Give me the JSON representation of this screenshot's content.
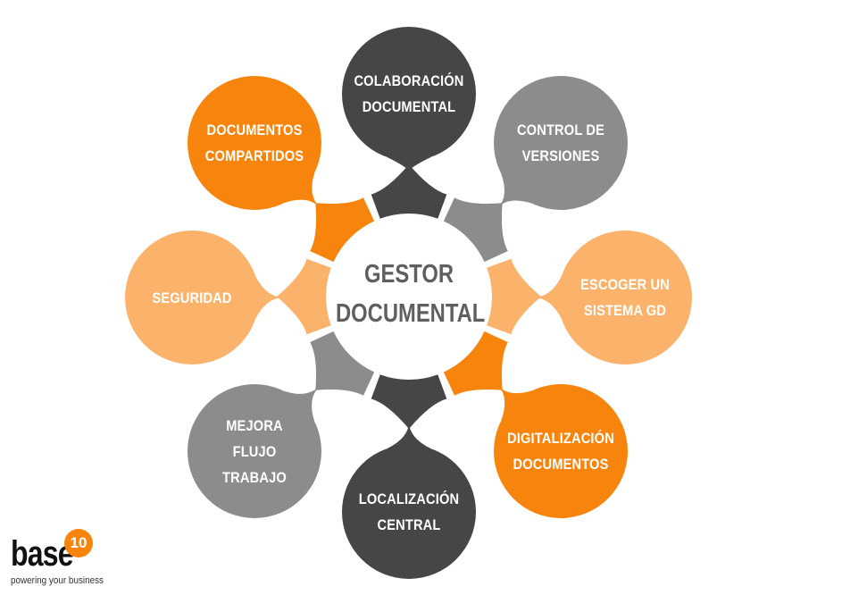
{
  "center": {
    "lines": [
      "GESTOR",
      "DOCUMENTAL"
    ]
  },
  "bubbles": [
    {
      "id": "colaboracion",
      "lines": [
        "COLABORACIÓN",
        "DOCUMENTAL"
      ],
      "color": "#464646"
    },
    {
      "id": "versiones",
      "lines": [
        "CONTROL DE",
        "VERSIONES"
      ],
      "color": "#8c8c8c"
    },
    {
      "id": "escoger",
      "lines": [
        "ESCOGER UN",
        "SISTEMA GD"
      ],
      "color": "#fbb36c"
    },
    {
      "id": "digitalizacion",
      "lines": [
        "DIGITALIZACIÓN",
        "DOCUMENTOS"
      ],
      "color": "#f7850d"
    },
    {
      "id": "localizacion",
      "lines": [
        "LOCALIZACIÓN",
        "CENTRAL"
      ],
      "color": "#464646"
    },
    {
      "id": "flujo",
      "lines": [
        "MEJORA",
        "FLUJO",
        "TRABAJO"
      ],
      "color": "#8c8c8c"
    },
    {
      "id": "seguridad",
      "lines": [
        "SEGURIDAD"
      ],
      "color": "#fbb36c"
    },
    {
      "id": "compartidos",
      "lines": [
        "DOCUMENTOS",
        "COMPARTIDOS"
      ],
      "color": "#f7850d"
    }
  ],
  "logo": {
    "word": "base",
    "number": "10",
    "tagline": "powering your business"
  }
}
